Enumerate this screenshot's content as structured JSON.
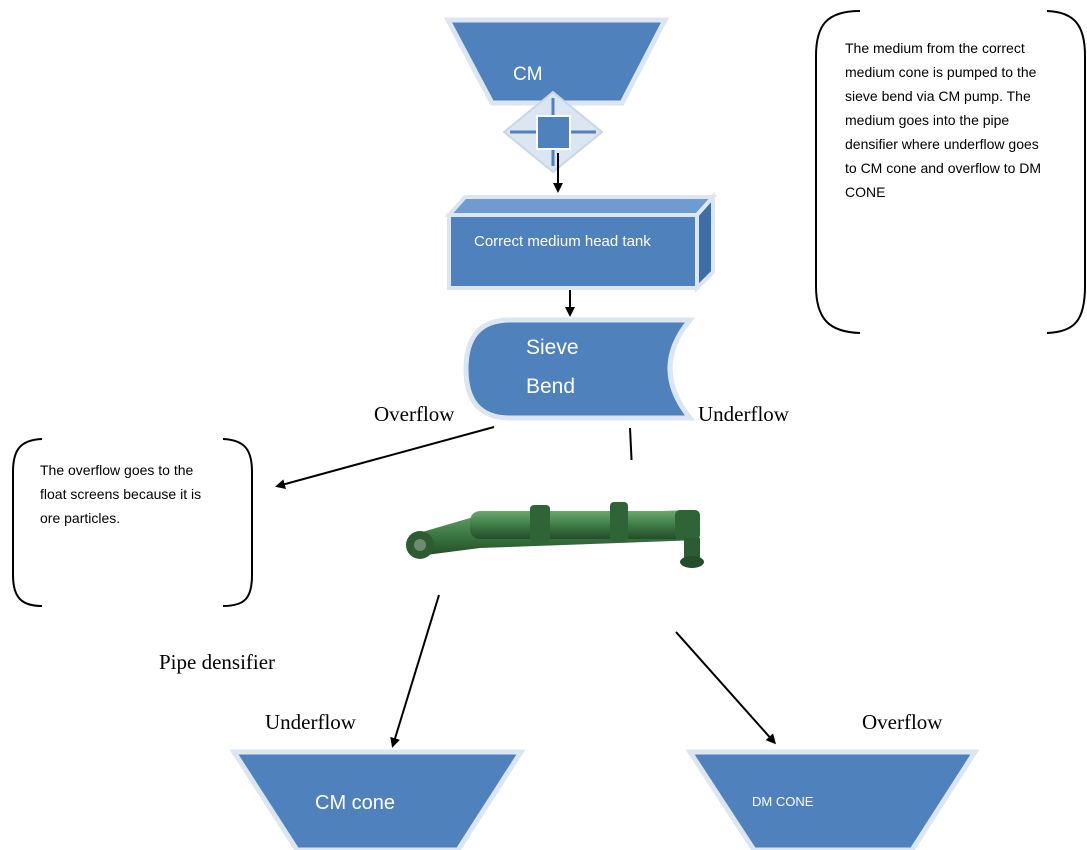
{
  "shapes": {
    "cm_cone_top": "CM",
    "head_tank_label": "Correct medium head tank",
    "sieve_bend_line1": "Sieve",
    "sieve_bend_line2": "Bend",
    "cm_cone_bottom": "CM cone",
    "dm_cone": "DM CONE"
  },
  "flow_labels": {
    "sieve_overflow": "Overflow",
    "sieve_underflow": "Underflow",
    "pipe_densifier": "Pipe densifier",
    "densifier_underflow": "Underflow",
    "densifier_overflow": "Overflow"
  },
  "notes": {
    "right_note": "The medium from the correct medium cone is pumped to the sieve bend via CM pump. The medium goes into the pipe densifier where underflow goes to CM cone and overflow to DM CONE",
    "left_note": "The overflow goes to the float screens because it is ore particles."
  },
  "colors": {
    "shape_fill": "#4F81BD",
    "shape_stroke": "#DCE6F2",
    "pipe_green": "#3E7B45"
  },
  "icons": {
    "pump": "pump-icon",
    "pipe": "pipe-densifier-image"
  }
}
